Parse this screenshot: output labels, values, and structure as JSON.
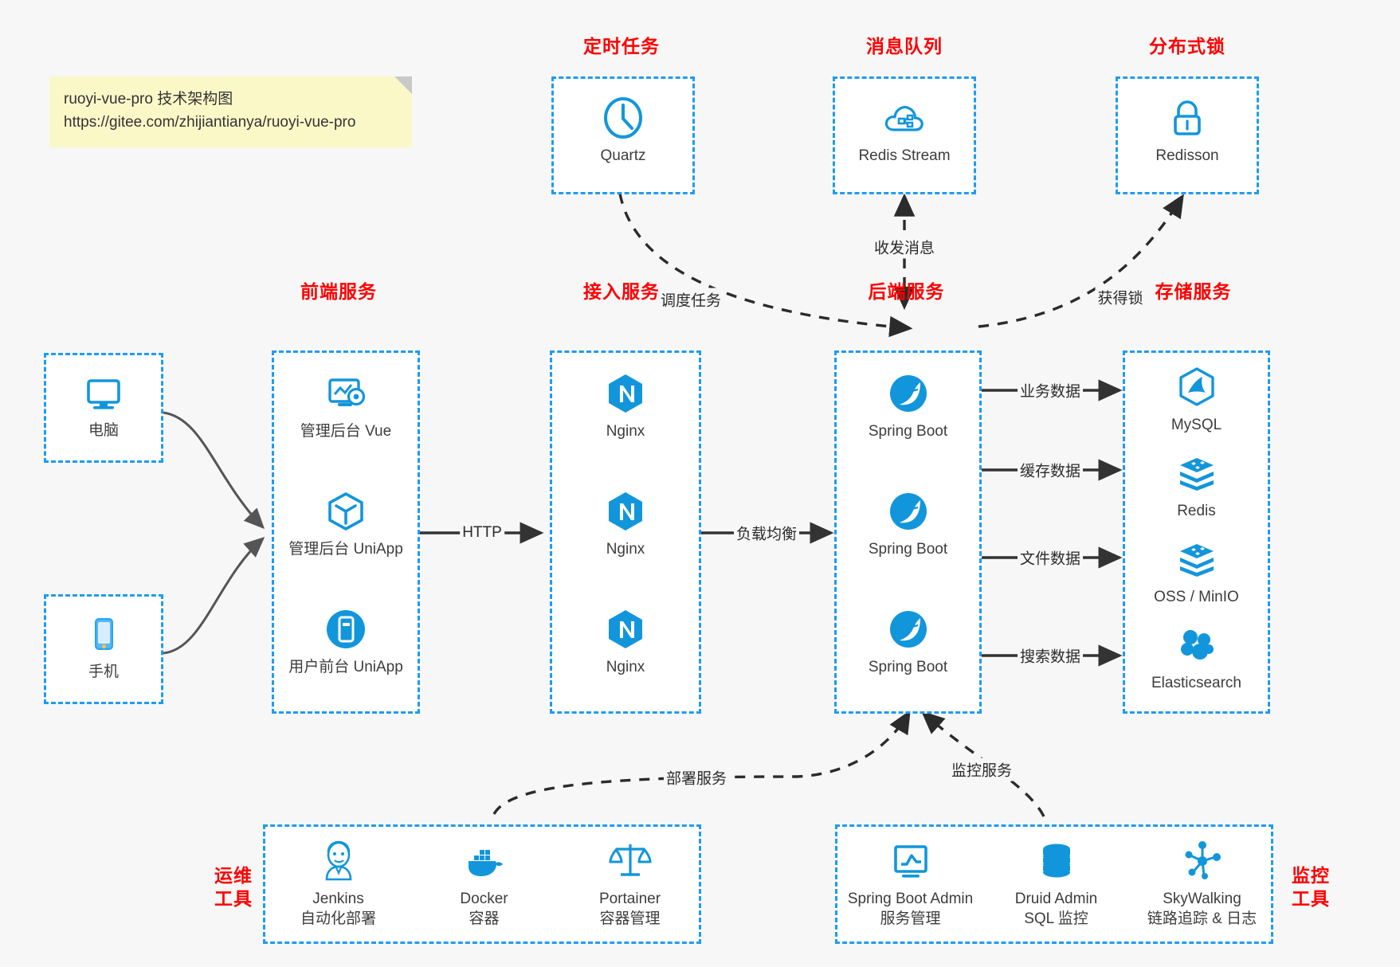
{
  "note": {
    "line1": "ruoyi-vue-pro 技术架构图",
    "line2": "https://gitee.com/zhijiantianya/ruoyi-vue-pro"
  },
  "colors": {
    "group_title": "#ff0000",
    "box_border": "#1f9cf0",
    "icon": "#1296db",
    "edge": "#333333",
    "background": "#f7f7f7",
    "note_bg": "#fbf8c8"
  },
  "groups": {
    "scheduler": {
      "title": "定时任务"
    },
    "mq": {
      "title": "消息队列"
    },
    "lock": {
      "title": "分布式锁"
    },
    "frontend": {
      "title": "前端服务"
    },
    "gateway": {
      "title": "接入服务"
    },
    "backend": {
      "title": "后端服务"
    },
    "storage": {
      "title": "存储服务"
    },
    "devops": {
      "title_line1": "运维",
      "title_line2": "工具"
    },
    "monitor": {
      "title_line1": "监控",
      "title_line2": "工具"
    }
  },
  "clients": [
    {
      "label": "电脑",
      "icon": "monitor-icon"
    },
    {
      "label": "手机",
      "icon": "smartphone-icon"
    }
  ],
  "scheduler_nodes": [
    {
      "label": "Quartz",
      "icon": "clock-icon"
    }
  ],
  "mq_nodes": [
    {
      "label": "Redis Stream",
      "icon": "cloud-stream-icon"
    }
  ],
  "lock_nodes": [
    {
      "label": "Redisson",
      "icon": "lock-icon"
    }
  ],
  "frontend_nodes": [
    {
      "label": "管理后台 Vue",
      "icon": "dashboard-gear-icon"
    },
    {
      "label": "管理后台 UniApp",
      "icon": "cube-icon"
    },
    {
      "label": "用户前台 UniApp",
      "icon": "mobile-app-icon"
    }
  ],
  "gateway_nodes": [
    {
      "label": "Nginx",
      "icon": "nginx-icon"
    },
    {
      "label": "Nginx",
      "icon": "nginx-icon"
    },
    {
      "label": "Nginx",
      "icon": "nginx-icon"
    }
  ],
  "backend_nodes": [
    {
      "label": "Spring Boot",
      "icon": "spring-boot-icon"
    },
    {
      "label": "Spring Boot",
      "icon": "spring-boot-icon"
    },
    {
      "label": "Spring Boot",
      "icon": "spring-boot-icon"
    }
  ],
  "storage_nodes": [
    {
      "label": "MySQL",
      "icon": "mysql-icon"
    },
    {
      "label": "Redis",
      "icon": "redis-icon"
    },
    {
      "label": "OSS / MinIO",
      "icon": "redis-icon"
    },
    {
      "label": "Elasticsearch",
      "icon": "elasticsearch-icon"
    }
  ],
  "devops_nodes": [
    {
      "label": "Jenkins",
      "sublabel": "自动化部署",
      "icon": "jenkins-icon"
    },
    {
      "label": "Docker",
      "sublabel": "容器",
      "icon": "docker-icon"
    },
    {
      "label": "Portainer",
      "sublabel": "容器管理",
      "icon": "scales-icon"
    }
  ],
  "monitor_nodes": [
    {
      "label": "Spring Boot Admin",
      "sublabel": "服务管理",
      "icon": "chart-monitor-icon"
    },
    {
      "label": "Druid Admin",
      "sublabel": "SQL 监控",
      "icon": "database-icon"
    },
    {
      "label": "SkyWalking",
      "sublabel": "链路追踪 & 日志",
      "icon": "skywalking-icon"
    }
  ],
  "edge_labels": {
    "http": "HTTP",
    "load_balance": "负载均衡",
    "schedule_task": "调度任务",
    "send_receive_message": "收发消息",
    "acquire_lock": "获得锁",
    "business_data": "业务数据",
    "cache_data": "缓存数据",
    "file_data": "文件数据",
    "search_data": "搜索数据",
    "deploy_service": "部署服务",
    "monitor_service": "监控服务"
  }
}
